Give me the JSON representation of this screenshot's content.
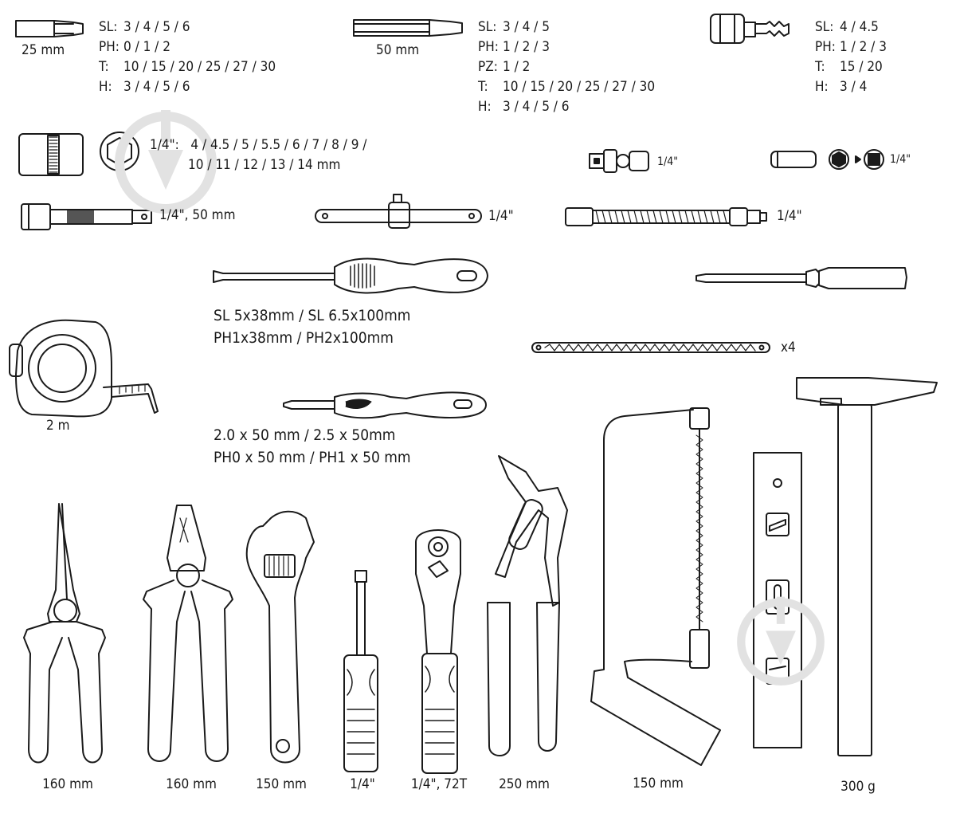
{
  "bits_25": {
    "size": "25 mm",
    "specs": [
      {
        "k": "SL:",
        "v": "3 / 4 / 5 / 6"
      },
      {
        "k": "PH:",
        "v": "0 / 1 / 2"
      },
      {
        "k": "T:",
        "v": "10 / 15 / 20 / 25 / 27 / 30"
      },
      {
        "k": "H:",
        "v": "3 / 4 / 5 / 6"
      }
    ]
  },
  "bits_50": {
    "size": "50 mm",
    "specs": [
      {
        "k": "SL:",
        "v": "3 / 4 / 5"
      },
      {
        "k": "PH:",
        "v": "1 / 2 / 3"
      },
      {
        "k": "PZ:",
        "v": "1 / 2"
      },
      {
        "k": "T:",
        "v": "10 / 15 / 20 / 25 / 27 / 30"
      },
      {
        "k": "H:",
        "v": "3 / 4 / 5 / 6"
      }
    ]
  },
  "bit_sockets": {
    "specs": [
      {
        "k": "SL:",
        "v": "4 / 4.5"
      },
      {
        "k": "PH:",
        "v": "1 / 2 / 3"
      },
      {
        "k": "T:",
        "v": "15 / 20"
      },
      {
        "k": "H:",
        "v": "3 / 4"
      }
    ]
  },
  "sockets": {
    "line1": "1/4\":   4 / 4.5 / 5 / 5.5 / 6 / 7 / 8 / 9 /",
    "line2": "10 / 11 / 12 / 13 / 14 mm"
  },
  "universal_joint": "1/4\"",
  "adapter": "1/4\"",
  "extension": "1/4\", 50 mm",
  "t_handle": "1/4\"",
  "flex_shaft": "1/4\"",
  "screwdrivers": {
    "line1": "SL 5x38mm / SL 6.5x100mm",
    "line2": "PH1x38mm / PH2x100mm"
  },
  "hacksaw_blades": "x4",
  "tape_measure": "2 m",
  "precision_screwdrivers": {
    "line1": "2.0 x 50 mm / 2.5 x 50mm",
    "line2": "PH0 x 50 mm / PH1 x 50 mm"
  },
  "bottom_labels": {
    "long_nose_pliers": "160 mm",
    "combination_pliers": "160 mm",
    "adjustable_wrench": "150 mm",
    "bit_holder": "1/4\"",
    "ratchet": "1/4\", 72T",
    "water_pump_pliers": "250 mm",
    "hacksaw": "150 mm",
    "hammer": "300 g"
  }
}
